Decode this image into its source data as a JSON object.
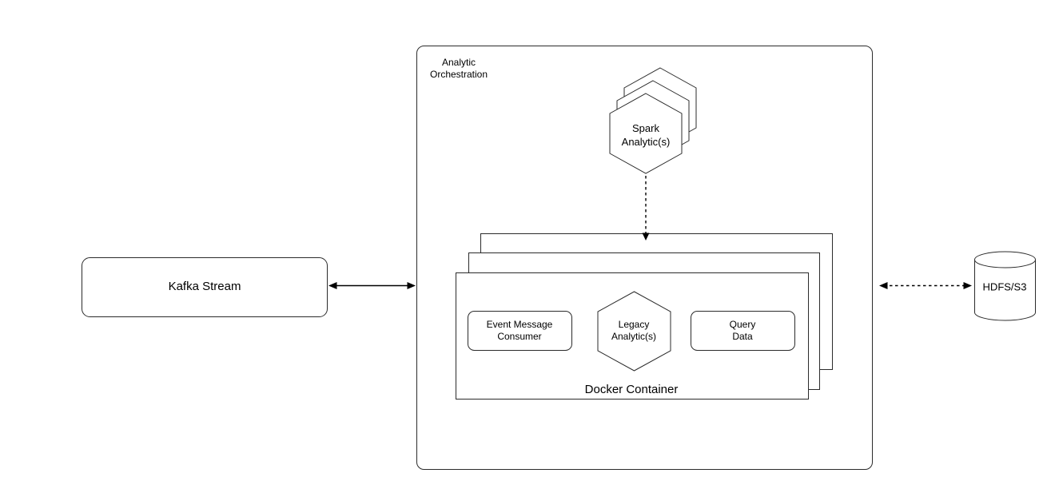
{
  "diagram": {
    "background_color": "#ffffff",
    "stroke_color": "#2b2b2b",
    "node_fill_color": "#ffffff",
    "text_color": "#000000",
    "nodes": {
      "kafka_stream": {
        "label": "Kafka Stream",
        "shape": "rounded-rectangle"
      },
      "analytic_orchestration": {
        "lines": [
          "Analytic",
          "Orchestration"
        ],
        "shape": "rounded-rectangle-container"
      },
      "spark_analytics": {
        "lines": [
          "Spark",
          "Analytic(s)"
        ],
        "shape": "stacked-hexagons",
        "stack_count": 3
      },
      "docker_container": {
        "label": "Docker Container",
        "shape": "stacked-rectangles",
        "stack_count": 3
      },
      "event_message_consumer": {
        "lines": [
          "Event Message",
          "Consumer"
        ],
        "shape": "rounded-rectangle"
      },
      "legacy_analytics": {
        "lines": [
          "Legacy",
          "Analytic(s)"
        ],
        "shape": "hexagon"
      },
      "query_data": {
        "lines": [
          "Query",
          "Data"
        ],
        "shape": "rounded-rectangle"
      },
      "hdfs_s3": {
        "label": "HDFS/S3",
        "shape": "cylinder"
      }
    },
    "edges": [
      {
        "from": "kafka_stream",
        "to": "analytic_orchestration",
        "style": "solid",
        "direction": "both"
      },
      {
        "from": "spark_analytics",
        "to": "docker_container",
        "style": "dashed",
        "direction": "to"
      },
      {
        "from": "analytic_orchestration",
        "to": "hdfs_s3",
        "style": "dashed",
        "direction": "both"
      }
    ]
  }
}
